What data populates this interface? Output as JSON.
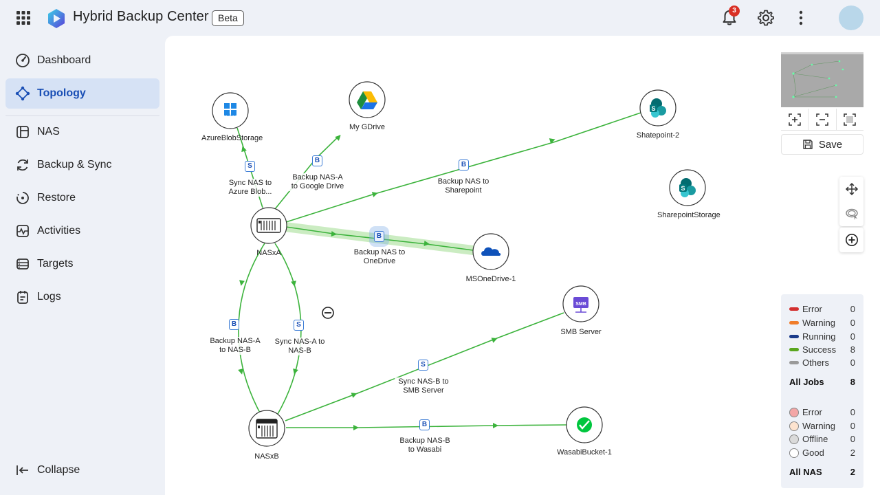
{
  "header": {
    "app_title": "Hybrid Backup Center",
    "beta_label": "Beta",
    "notification_count": "3"
  },
  "sidebar": {
    "items": [
      {
        "label": "Dashboard",
        "icon": "dashboard-icon"
      },
      {
        "label": "Topology",
        "icon": "topology-icon",
        "active": true
      },
      {
        "label": "NAS",
        "icon": "nas-icon"
      },
      {
        "label": "Backup & Sync",
        "icon": "sync-icon"
      },
      {
        "label": "Restore",
        "icon": "restore-icon"
      },
      {
        "label": "Activities",
        "icon": "activities-icon"
      },
      {
        "label": "Targets",
        "icon": "targets-icon"
      },
      {
        "label": "Logs",
        "icon": "logs-icon"
      }
    ],
    "collapse_label": "Collapse"
  },
  "topology": {
    "nodes": {
      "azure": {
        "label": "AzureBlobStorage",
        "icon_text": "Azure"
      },
      "gdrive": {
        "label": "My GDrive"
      },
      "sharepoint2": {
        "label": "Shatepoint-2"
      },
      "sharepoint_storage": {
        "label": "SharepointStorage"
      },
      "nasa": {
        "label": "NASxA"
      },
      "onedrive": {
        "label": "MSOneDrive-1"
      },
      "smb": {
        "label": "SMB Server",
        "icon_text": "SMB"
      },
      "nasb": {
        "label": "NASxB"
      },
      "wasabi": {
        "label": "WasabiBucket-1"
      }
    },
    "edges": {
      "azure_sync": {
        "badge": "S",
        "label": "Sync NAS to Azure Blob..."
      },
      "gdrive_backup": {
        "badge": "B",
        "label": "Backup NAS-A to Google Drive"
      },
      "sharepoint_backup": {
        "badge": "B",
        "label": "Backup NAS to Sharepoint"
      },
      "onedrive_backup": {
        "badge": "B",
        "label": "Backup NAS to OneDrive"
      },
      "nasa_nasb_backup": {
        "badge": "B",
        "label": "Backup NAS-A to NAS-B"
      },
      "nasa_nasb_sync": {
        "badge": "S",
        "label": "Sync NAS-A to NAS-B"
      },
      "smb_sync": {
        "badge": "S",
        "label": "Sync NAS-B to SMB Server"
      },
      "wasabi_backup": {
        "badge": "B",
        "label": "Backup NAS-B to Wasabi"
      }
    }
  },
  "tools": {
    "save_label": "Save"
  },
  "legend": {
    "jobs": [
      {
        "name": "Error",
        "value": "0",
        "color": "#d32f2f"
      },
      {
        "name": "Warning",
        "value": "0",
        "color": "#f07c2a"
      },
      {
        "name": "Running",
        "value": "0",
        "color": "#1a3a8a"
      },
      {
        "name": "Success",
        "value": "8",
        "color": "#5aa61e"
      },
      {
        "name": "Others",
        "value": "0",
        "color": "#9a9a9a"
      }
    ],
    "all_jobs": {
      "name": "All Jobs",
      "value": "8"
    },
    "nas": [
      {
        "name": "Error",
        "value": "0",
        "color": "#f3a6a6"
      },
      {
        "name": "Warning",
        "value": "0",
        "color": "#fde3cf"
      },
      {
        "name": "Offline",
        "value": "0",
        "color": "#dadada"
      },
      {
        "name": "Good",
        "value": "2",
        "color": "#ffffff"
      }
    ],
    "all_nas": {
      "name": "All NAS",
      "value": "2"
    }
  }
}
